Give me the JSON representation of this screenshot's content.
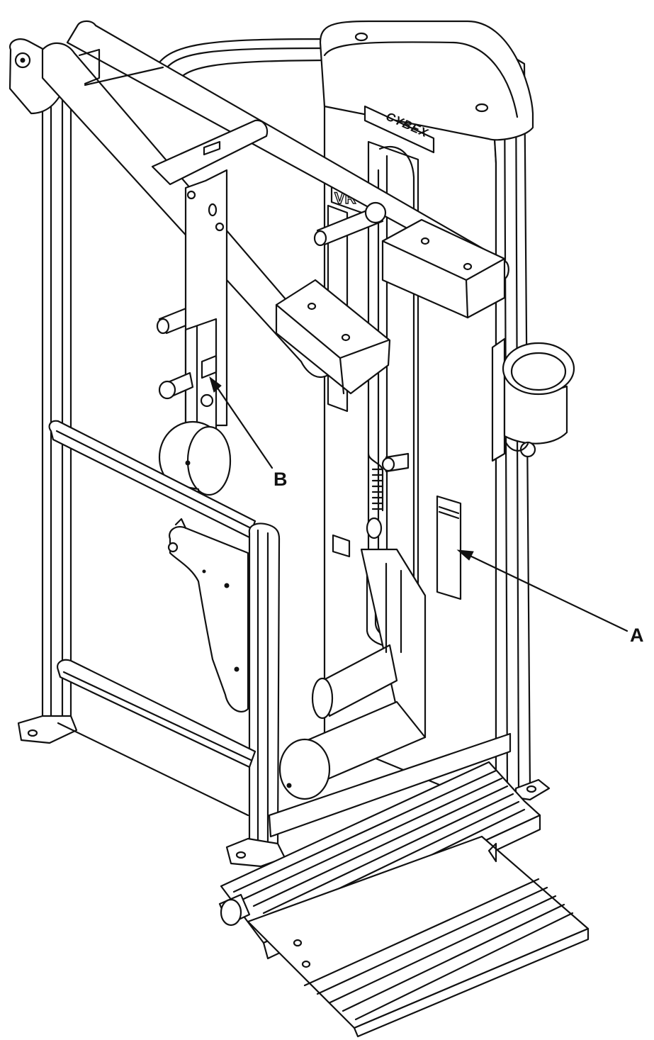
{
  "diagram": {
    "brand_label": "CYBEX",
    "model_label": "VR",
    "callouts": [
      {
        "id": "A",
        "label": "A"
      },
      {
        "id": "B",
        "label": "B"
      }
    ]
  }
}
